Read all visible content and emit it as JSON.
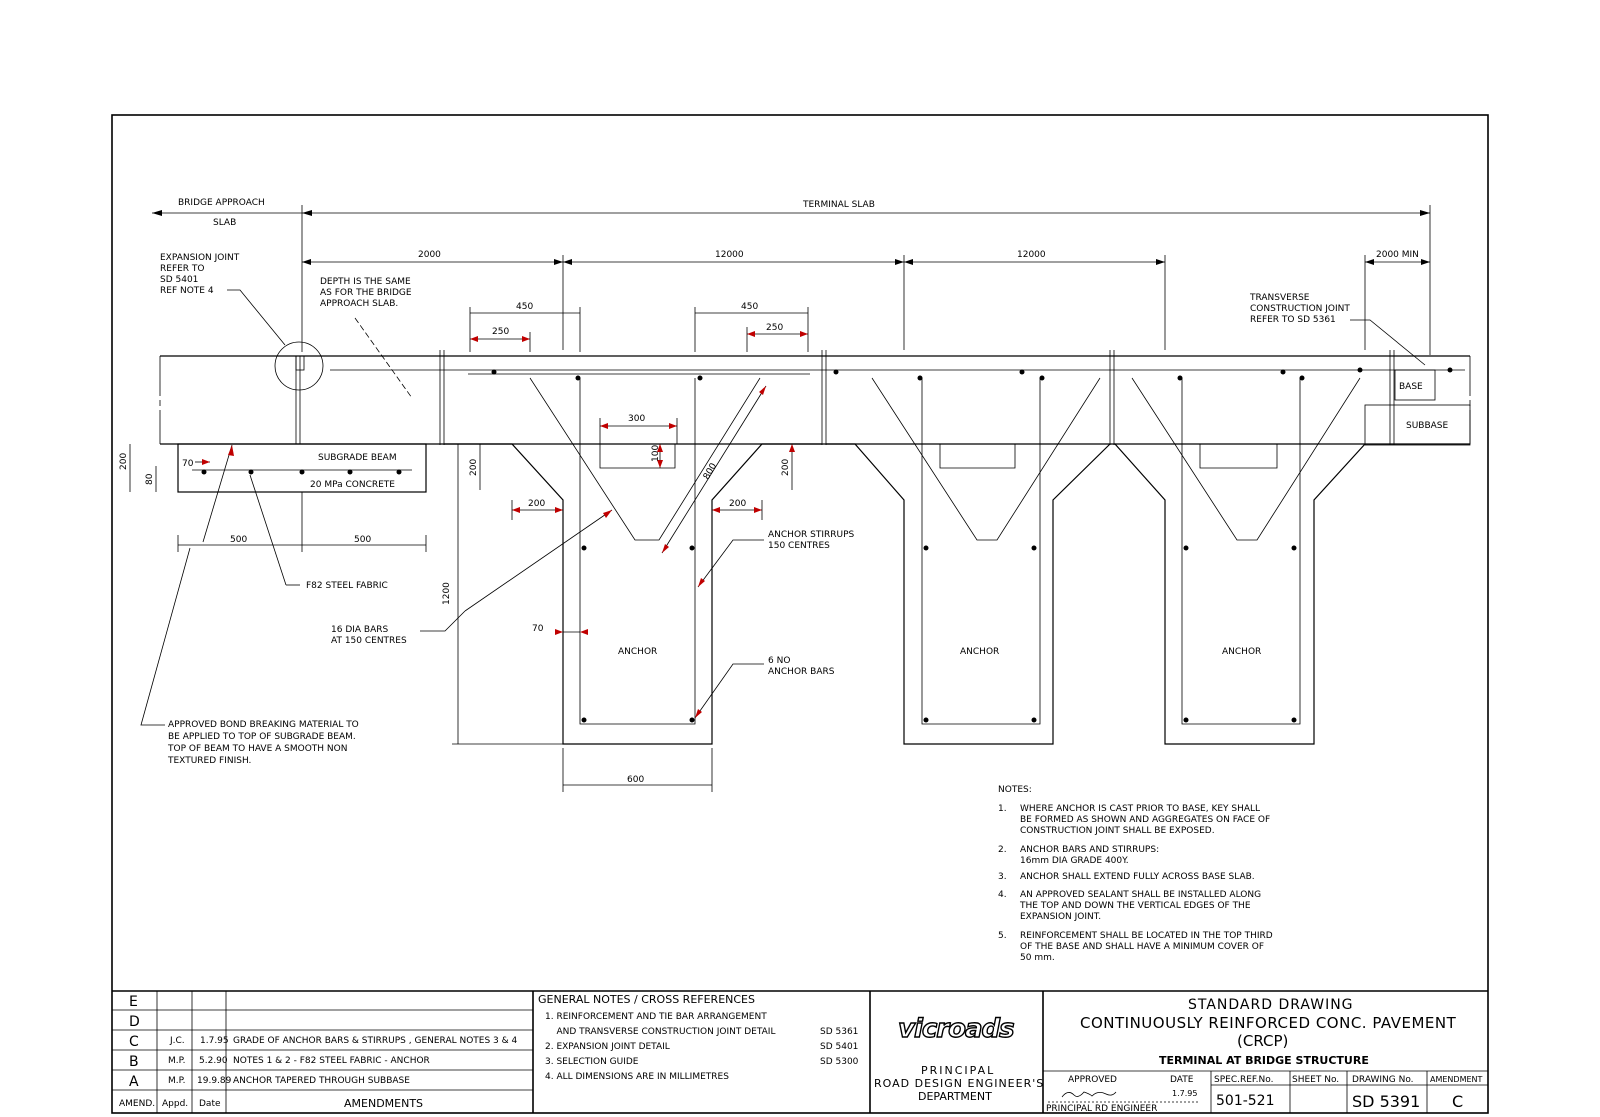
{
  "labels": {
    "bridge_approach_1": "BRIDGE APPROACH",
    "bridge_approach_2": "SLAB",
    "terminal_slab": "TERMINAL SLAB",
    "exp_joint": [
      "EXPANSION JOINT",
      "REFER TO",
      "SD 5401",
      "REF NOTE 4"
    ],
    "depth_note": [
      "DEPTH IS THE SAME",
      "AS FOR THE BRIDGE",
      "APPROACH SLAB."
    ],
    "transverse": [
      "TRANSVERSE",
      "CONSTRUCTION JOINT",
      "REFER TO SD 5361"
    ],
    "base": "BASE",
    "subbase": "SUBBASE",
    "subgrade_beam": "SUBGRADE BEAM",
    "concrete": "20 MPa CONCRETE",
    "fabric": "F82 STEEL FABRIC",
    "bars": [
      "16 DIA BARS",
      "AT 150 CENTRES"
    ],
    "stirrups": [
      "ANCHOR STIRRUPS",
      "150 CENTRES"
    ],
    "anchor_bars": [
      "6 NO",
      "ANCHOR BARS"
    ],
    "anchor": "ANCHOR",
    "bond": [
      "APPROVED BOND BREAKING MATERIAL TO",
      "BE APPLIED TO TOP OF SUBGRADE BEAM.",
      "TOP OF BEAM TO HAVE A SMOOTH NON",
      "TEXTURED FINISH."
    ]
  },
  "dims": {
    "d2000": "2000",
    "d12000a": "12000",
    "d12000b": "12000",
    "d2000min": "2000 MIN",
    "d450a": "450",
    "d250a": "250",
    "d450b": "450",
    "d250b": "250",
    "d300": "300",
    "d100": "100",
    "d800": "800",
    "d200l": "200",
    "d200r": "200",
    "d200a": "200",
    "d200b": "200",
    "d200beam": "200",
    "d80": "80",
    "d70a": "70",
    "d70b": "70",
    "d500a": "500",
    "d500b": "500",
    "d1200": "1200",
    "d600": "600"
  },
  "notes": {
    "heading": "NOTES:",
    "items": [
      {
        "num": "1.",
        "lines": [
          "WHERE ANCHOR IS CAST PRIOR TO BASE, KEY SHALL",
          "BE FORMED AS SHOWN AND AGGREGATES ON FACE OF",
          "CONSTRUCTION JOINT SHALL BE EXPOSED."
        ]
      },
      {
        "num": "2.",
        "lines": [
          "ANCHOR BARS AND STIRRUPS:",
          "16mm DIA GRADE 400Y."
        ]
      },
      {
        "num": "3.",
        "lines": [
          "ANCHOR SHALL EXTEND FULLY ACROSS BASE SLAB."
        ]
      },
      {
        "num": "4.",
        "lines": [
          "AN APPROVED SEALANT SHALL BE INSTALLED ALONG",
          "THE TOP AND DOWN THE VERTICAL EDGES OF THE",
          "EXPANSION JOINT."
        ]
      },
      {
        "num": "5.",
        "lines": [
          "REINFORCEMENT SHALL BE LOCATED IN THE TOP THIRD",
          "OF THE BASE AND SHALL HAVE A MINIMUM COVER OF",
          "50 mm."
        ]
      }
    ]
  },
  "amendments": {
    "rows": [
      {
        "letter": "E",
        "appd": "",
        "date": "",
        "text": ""
      },
      {
        "letter": "D",
        "appd": "",
        "date": "",
        "text": ""
      },
      {
        "letter": "C",
        "appd": "J.C.",
        "date": "1.7.95",
        "text": "GRADE OF ANCHOR BARS & STIRRUPS , GENERAL NOTES 3 & 4"
      },
      {
        "letter": "B",
        "appd": "M.P.",
        "date": "5.2.90",
        "text": "NOTES 1 & 2 - F82 STEEL FABRIC - ANCHOR"
      },
      {
        "letter": "A",
        "appd": "M.P.",
        "date": "19.9.89",
        "text": "ANCHOR TAPERED THROUGH SUBBASE"
      }
    ],
    "footer": {
      "amend": "AMEND.",
      "appd": "Appd.",
      "date": "Date",
      "title": "AMENDMENTS"
    }
  },
  "general_notes": {
    "heading": "GENERAL NOTES / CROSS REFERENCES",
    "items": [
      {
        "text": "1. REINFORCEMENT AND TIE BAR ARRANGEMENT",
        "ref": ""
      },
      {
        "text": "    AND TRANSVERSE CONSTRUCTION JOINT DETAIL",
        "ref": "SD 5361"
      },
      {
        "text": "2. EXPANSION JOINT DETAIL",
        "ref": "SD 5401"
      },
      {
        "text": "3. SELECTION GUIDE",
        "ref": "SD 5300"
      },
      {
        "text": "4. ALL DIMENSIONS ARE IN MILLIMETRES",
        "ref": ""
      }
    ]
  },
  "logo": {
    "text": "vicroads",
    "dept": [
      "PRINCIPAL",
      "ROAD DESIGN ENGINEER'S",
      "DEPARTMENT"
    ]
  },
  "title_block": {
    "standard": "STANDARD DRAWING",
    "title1": "CONTINUOUSLY REINFORCED CONC. PAVEMENT",
    "title2": "(CRCP)",
    "subtitle": "TERMINAL AT BRIDGE STRUCTURE",
    "approved": "APPROVED",
    "date_label": "DATE",
    "date": "1.7.95",
    "engineer": "PRINCIPAL RD ENGINEER",
    "spec_label": "SPEC.REF.No.",
    "spec": "501-521",
    "sheet_label": "SHEET No.",
    "sheet": "",
    "drawing_label": "DRAWING No.",
    "drawing": "SD 5391",
    "amend_label": "AMENDMENT",
    "amend": "C"
  }
}
